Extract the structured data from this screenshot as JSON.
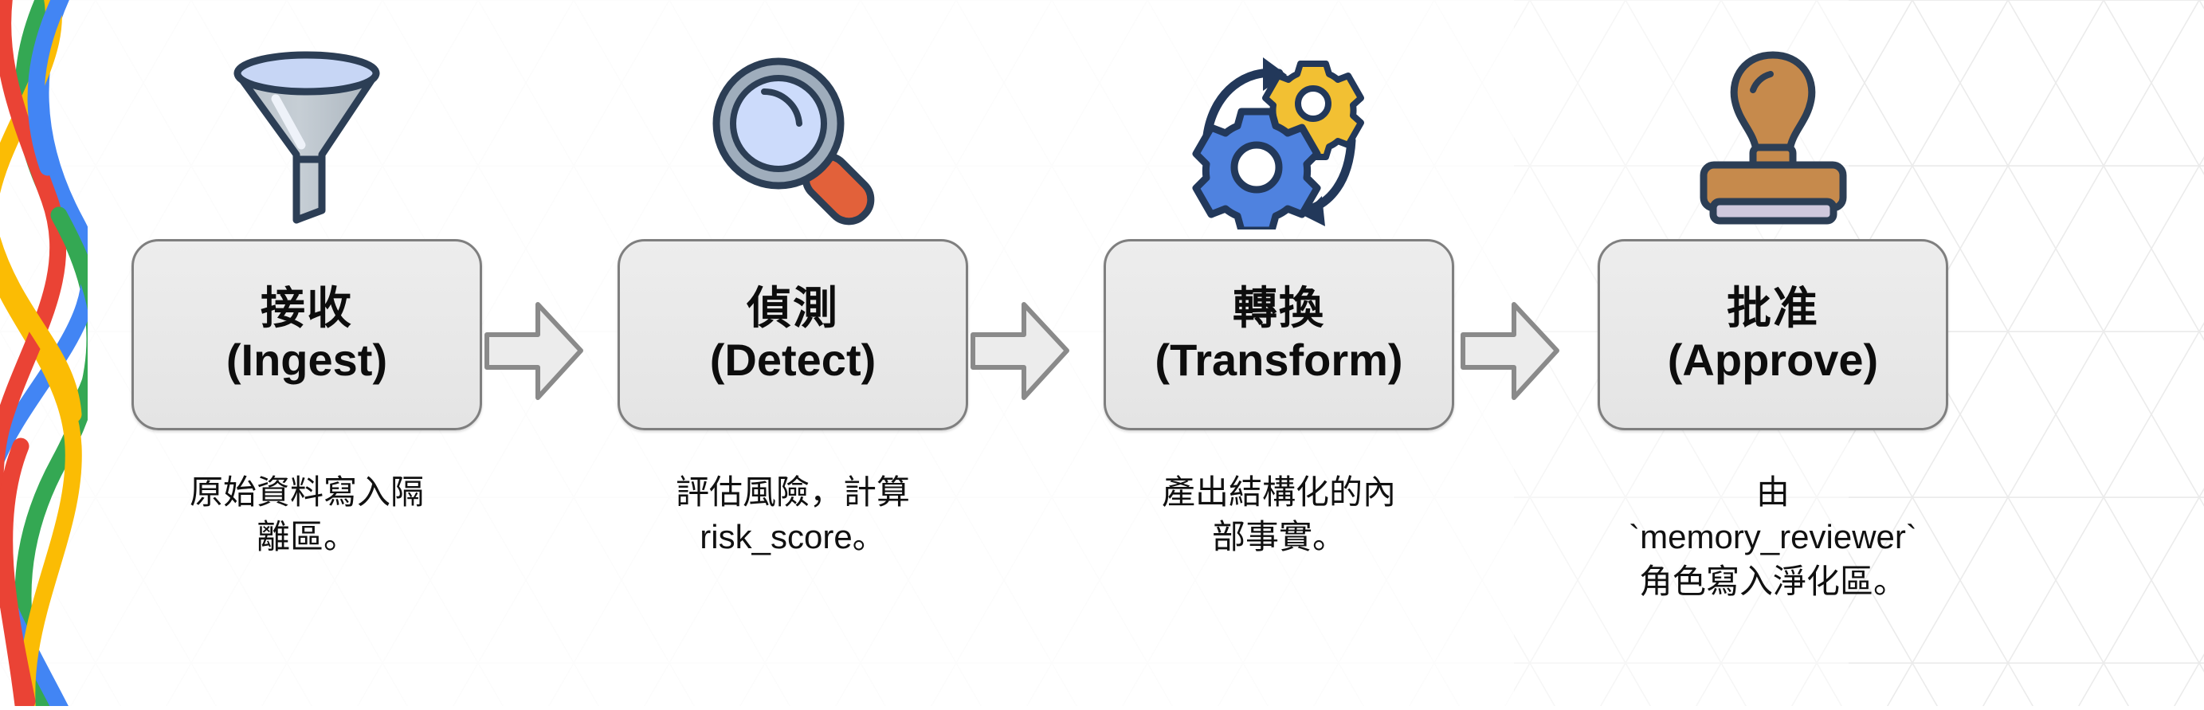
{
  "diagram": {
    "title": "Data pipeline four-stage flow",
    "background_color": "#ffffff",
    "box_fill_color": "#e9e9e9",
    "box_border_color": "#7f7f7f",
    "arrow_fill_color": "#ebebeb",
    "arrow_border_color": "#808080",
    "watermark": "triangular-grid"
  },
  "braid": {
    "name": "google-braid-ribbons",
    "colors": [
      "#ea4335",
      "#fbbc04",
      "#4285f4",
      "#34a853"
    ]
  },
  "steps": [
    {
      "icon": "funnel-icon",
      "title_cn": "接收",
      "title_en": "(Ingest)",
      "caption": "原始資料寫入隔\n離區。"
    },
    {
      "icon": "magnifying-glass-icon",
      "title_cn": "偵測",
      "title_en": "(Detect)",
      "caption": "評估風險，計算\nrisk_score。"
    },
    {
      "icon": "gears-cycle-icon",
      "title_cn": "轉換",
      "title_en": "(Transform)",
      "caption": "產出結構化的內\n部事實。"
    },
    {
      "icon": "rubber-stamp-icon",
      "title_cn": "批准",
      "title_en": "(Approve)",
      "caption": "由\n`memory_reviewer`\n角色寫入淨化區。"
    }
  ],
  "connectors": [
    {
      "name": "arrow-ingest-to-detect"
    },
    {
      "name": "arrow-detect-to-transform"
    },
    {
      "name": "arrow-transform-to-approve"
    }
  ]
}
